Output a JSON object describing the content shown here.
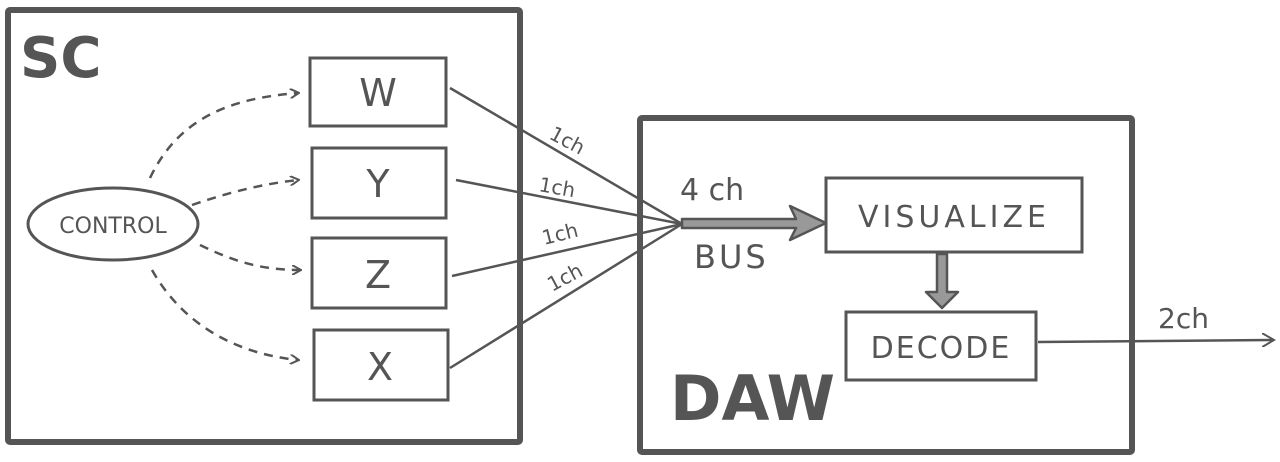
{
  "sc": {
    "title": "SC"
  },
  "daw": {
    "title": "DAW"
  },
  "control": {
    "label": "CONTROL"
  },
  "channels": [
    {
      "label": "W",
      "wire_label": "1ch"
    },
    {
      "label": "Y",
      "wire_label": "1ch"
    },
    {
      "label": "Z",
      "wire_label": "1ch"
    },
    {
      "label": "X",
      "wire_label": "1ch"
    }
  ],
  "bus": {
    "channels_label": "4 ch",
    "label": "BUS"
  },
  "visualize": {
    "label": "VISUALIZE"
  },
  "decode": {
    "label": "DECODE"
  },
  "output": {
    "label": "2ch"
  },
  "colors": {
    "stroke": "#555555",
    "arrow_fill": "#999999",
    "background": "#ffffff"
  }
}
